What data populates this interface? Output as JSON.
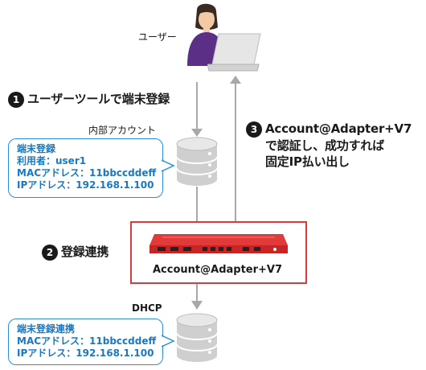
{
  "user": {
    "label": "ユーザー"
  },
  "steps": [
    {
      "num": "1",
      "text": "ユーザーツールで端末登録"
    },
    {
      "num": "2",
      "text": "登録連携"
    },
    {
      "num": "3",
      "lines": [
        "Account@Adapter+V7",
        "で認証し、成功すれば",
        "固定IP払い出し"
      ]
    }
  ],
  "internal_server": {
    "label": "内部アカウント",
    "info": [
      "端末登録",
      "利用者：user1",
      "MACアドレス：11bbccddeff",
      "IPアドレス：192.168.1.100"
    ]
  },
  "device": {
    "caption": "Account@Adapter+V7"
  },
  "dhcp_server": {
    "label": "DHCP",
    "info": [
      "端末登録連携",
      "MACアドレス：11bbccddeff",
      "IPアドレス：192.168.1.100"
    ]
  },
  "colors": {
    "bubble_border": "#2a8fd6",
    "bubble_text": "#1a78c2",
    "device_border": "#d93b3b",
    "device_red": "#d92a2a",
    "person_shirt": "#5b2f86",
    "arrow": "#a8a8a8"
  },
  "icons": [
    "user-icon",
    "laptop-icon",
    "server-icon",
    "appliance-icon",
    "arrow-down-icon",
    "arrow-up-icon"
  ]
}
